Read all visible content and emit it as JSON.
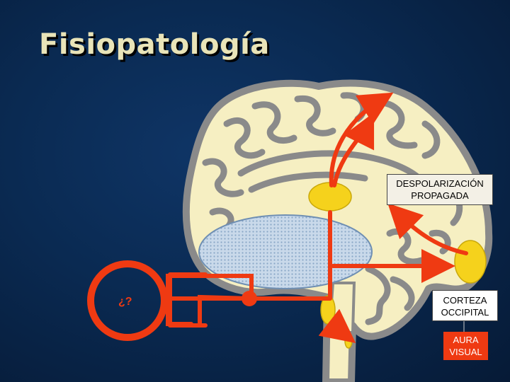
{
  "title": "Fisiopatología",
  "labels": {
    "despolarizacion": [
      "DESPOLARIZACIÓN",
      "PROPAGADA"
    ],
    "corteza": [
      "CORTEZA",
      "OCCIPITAL"
    ],
    "aura": [
      "AURA",
      "VISUAL"
    ],
    "question": "¿?"
  },
  "colors": {
    "background": "#0a2a52",
    "title": "#e9e4b8",
    "brain": "#f6efc2",
    "sulci": "#8a8a8a",
    "arrows": "#ef3a12",
    "nuclei": "#f5d21c",
    "brainstem_region": "#b9cde0",
    "aura_box": "#ef3a12"
  }
}
